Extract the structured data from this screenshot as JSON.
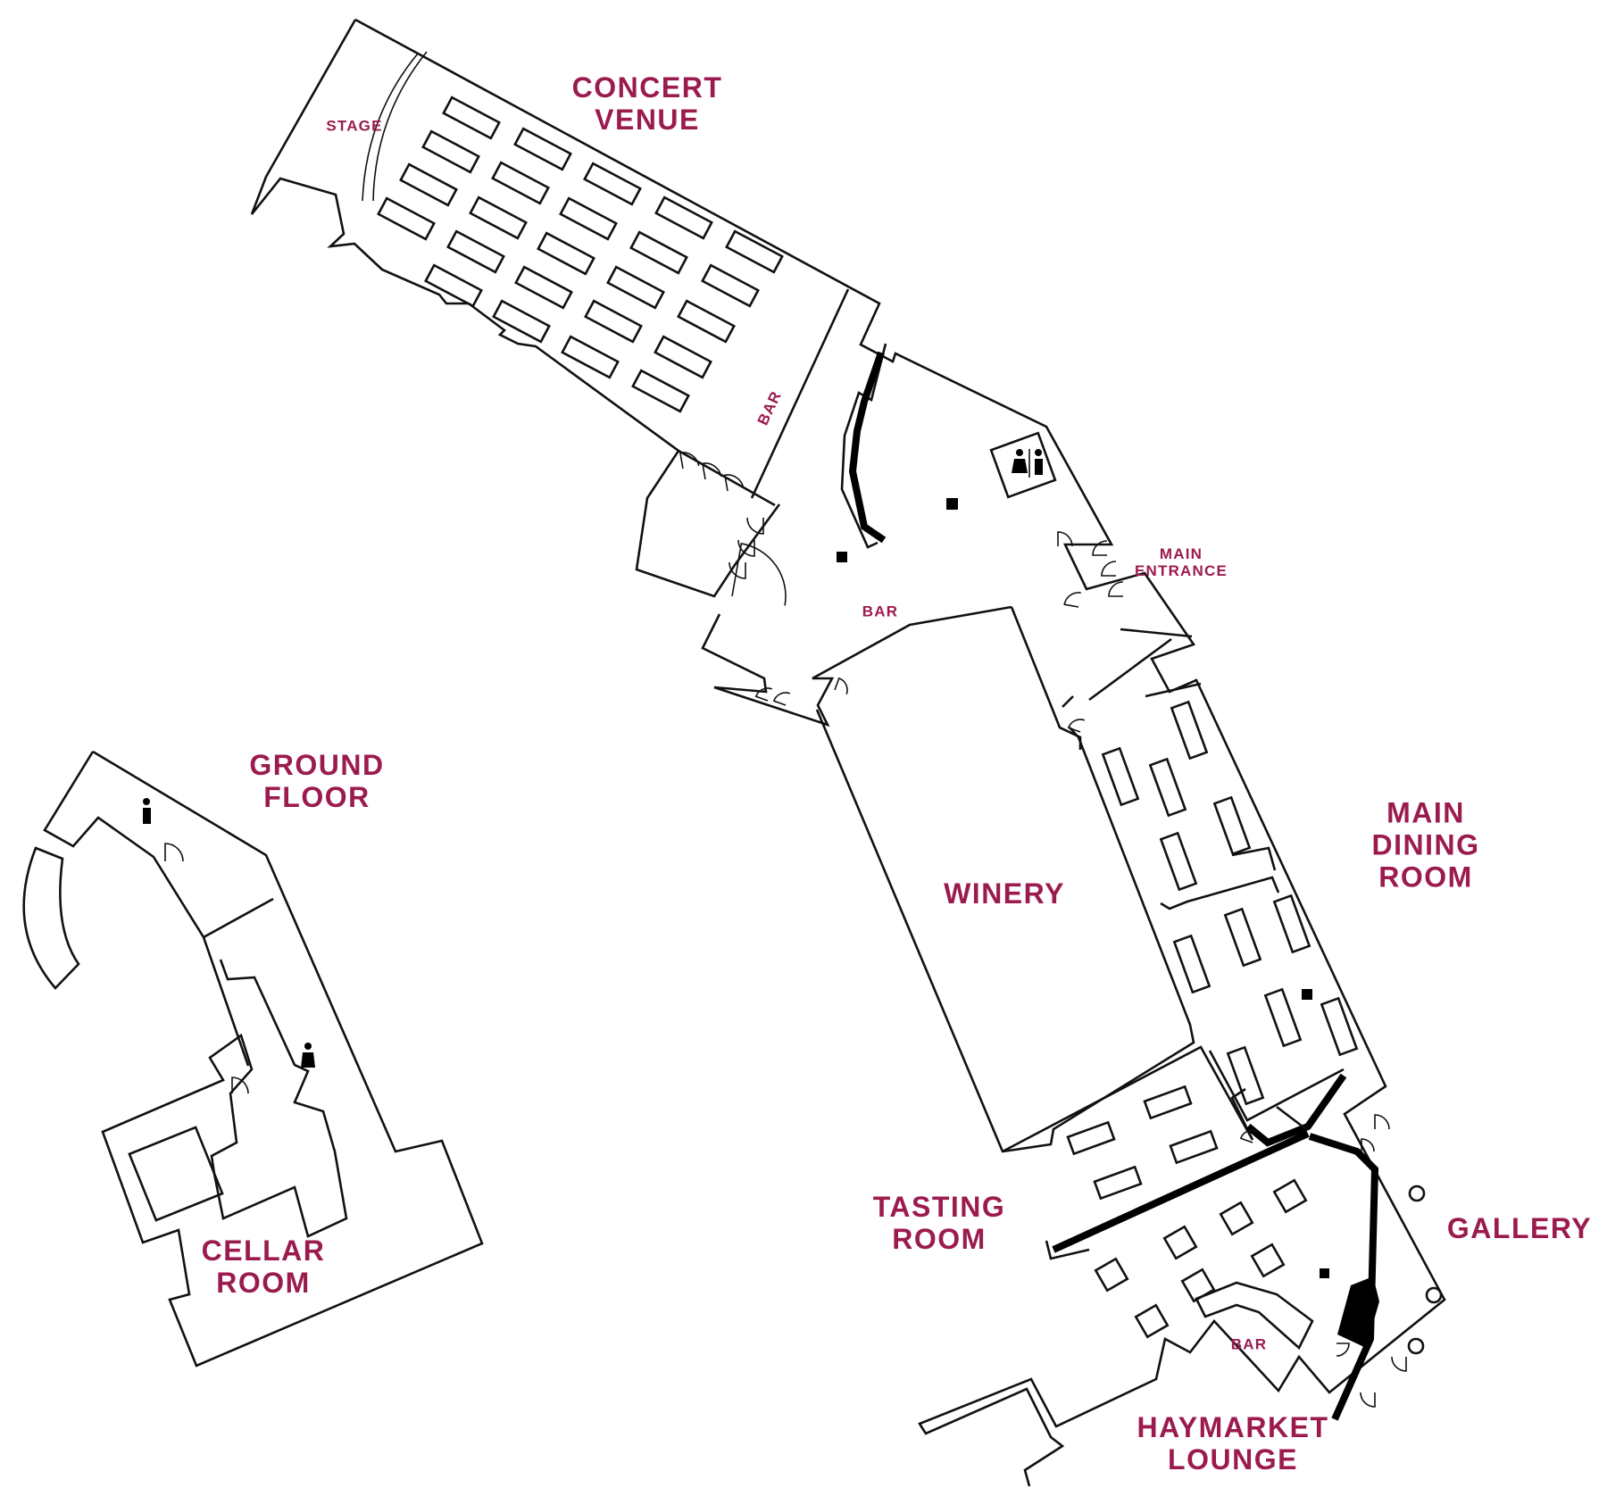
{
  "map": {
    "title": "",
    "label_color": "#9b1b4e",
    "line_color": "#111111",
    "rooms": [
      {
        "key": "concert_venue",
        "label": "CONCERT\nVENUE"
      },
      {
        "key": "stage",
        "label": "STAGE"
      },
      {
        "key": "bar_concert",
        "label": "BAR"
      },
      {
        "key": "main_entrance",
        "label": "MAIN\nENTRANCE"
      },
      {
        "key": "bar_winery",
        "label": "BAR"
      },
      {
        "key": "ground_floor",
        "label": "GROUND\nFLOOR"
      },
      {
        "key": "winery",
        "label": "WINERY"
      },
      {
        "key": "main_dining_room",
        "label": "MAIN\nDINING ROOM"
      },
      {
        "key": "tasting_room",
        "label": "TASTING\nROOM"
      },
      {
        "key": "gallery",
        "label": "GALLERY"
      },
      {
        "key": "cellar_room",
        "label": "CELLAR\nROOM"
      },
      {
        "key": "bar_lounge",
        "label": "BAR"
      },
      {
        "key": "haymarket_lounge",
        "label": "HAYMARKET\nLOUNGE"
      }
    ],
    "icons": [
      "restroom-icon",
      "male-restroom-icon",
      "female-restroom-icon"
    ]
  }
}
